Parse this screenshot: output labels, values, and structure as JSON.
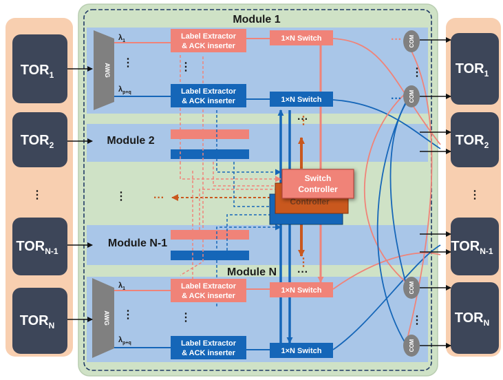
{
  "tor_left": [
    {
      "base": "TOR",
      "sub": "1"
    },
    {
      "base": "TOR",
      "sub": "2"
    },
    {
      "base": "TOR",
      "sub": "N-1"
    },
    {
      "base": "TOR",
      "sub": "N"
    }
  ],
  "tor_right": [
    {
      "base": "TOR",
      "sub": "1"
    },
    {
      "base": "TOR",
      "sub": "2"
    },
    {
      "base": "TOR",
      "sub": "N-1"
    },
    {
      "base": "TOR",
      "sub": "N"
    }
  ],
  "tor_dots": "⋮",
  "modules": {
    "m1": "Module 1",
    "m2": "Module 2",
    "mn1": "Module N-1",
    "mn": "Module N"
  },
  "label_extractor": [
    "Label Extractor",
    "& ACK inserter"
  ],
  "switch_label": "1×N Switch",
  "awg_label": "AWG",
  "com_label": "COM",
  "lambda_first": {
    "base": "λ",
    "sub": "1"
  },
  "lambda_last": {
    "base": "λ",
    "sub": "p+q"
  },
  "controller": [
    "Switch",
    "Controller"
  ],
  "controller_shadow": "Controller",
  "ellipsis_h": "···",
  "ellipsis_v": "⋮",
  "colors": {
    "tor": "#3d4659",
    "tor_panel": "#f8cfb0",
    "outer_panel": "#cfe2c6",
    "module_band": "#a9c6e8",
    "salmon": "#f08378",
    "blue": "#1566b8",
    "orange": "#c9581e",
    "awg": "#808080"
  }
}
